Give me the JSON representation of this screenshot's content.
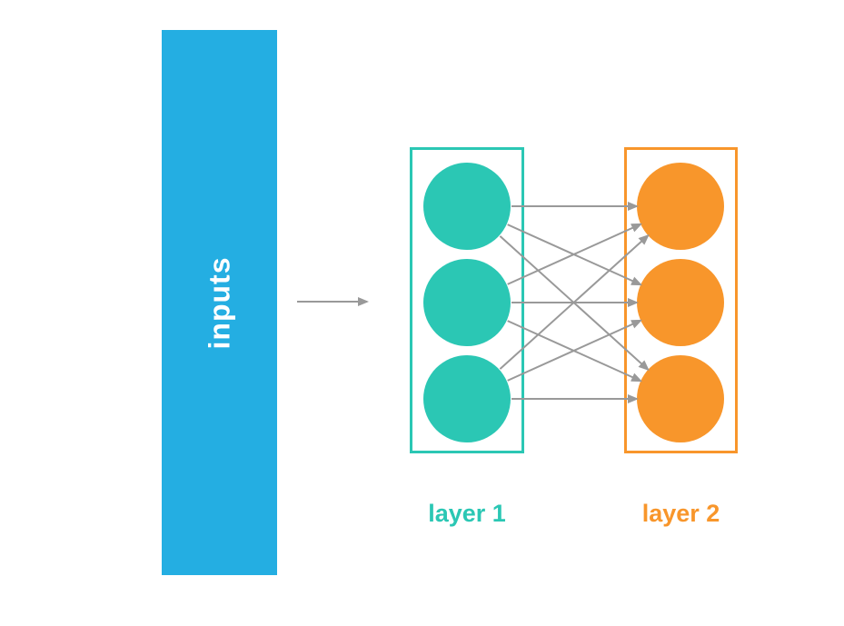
{
  "canvas": {
    "background": "#ffffff"
  },
  "inputs_block": {
    "label": "inputs",
    "fill_color": "#24AEE2",
    "text_color": "#ffffff"
  },
  "flow_arrow": {
    "color": "#999999"
  },
  "network": {
    "fully_connected": true,
    "connection_color": "#999999",
    "layers": [
      {
        "label": "layer 1",
        "color": "#2BC7B4",
        "neurons": 3
      },
      {
        "label": "layer 2",
        "color": "#F8962B",
        "neurons": 3
      }
    ],
    "connections": [
      [
        0,
        0
      ],
      [
        0,
        1
      ],
      [
        0,
        2
      ],
      [
        1,
        0
      ],
      [
        1,
        1
      ],
      [
        1,
        2
      ],
      [
        2,
        0
      ],
      [
        2,
        1
      ],
      [
        2,
        2
      ]
    ]
  }
}
